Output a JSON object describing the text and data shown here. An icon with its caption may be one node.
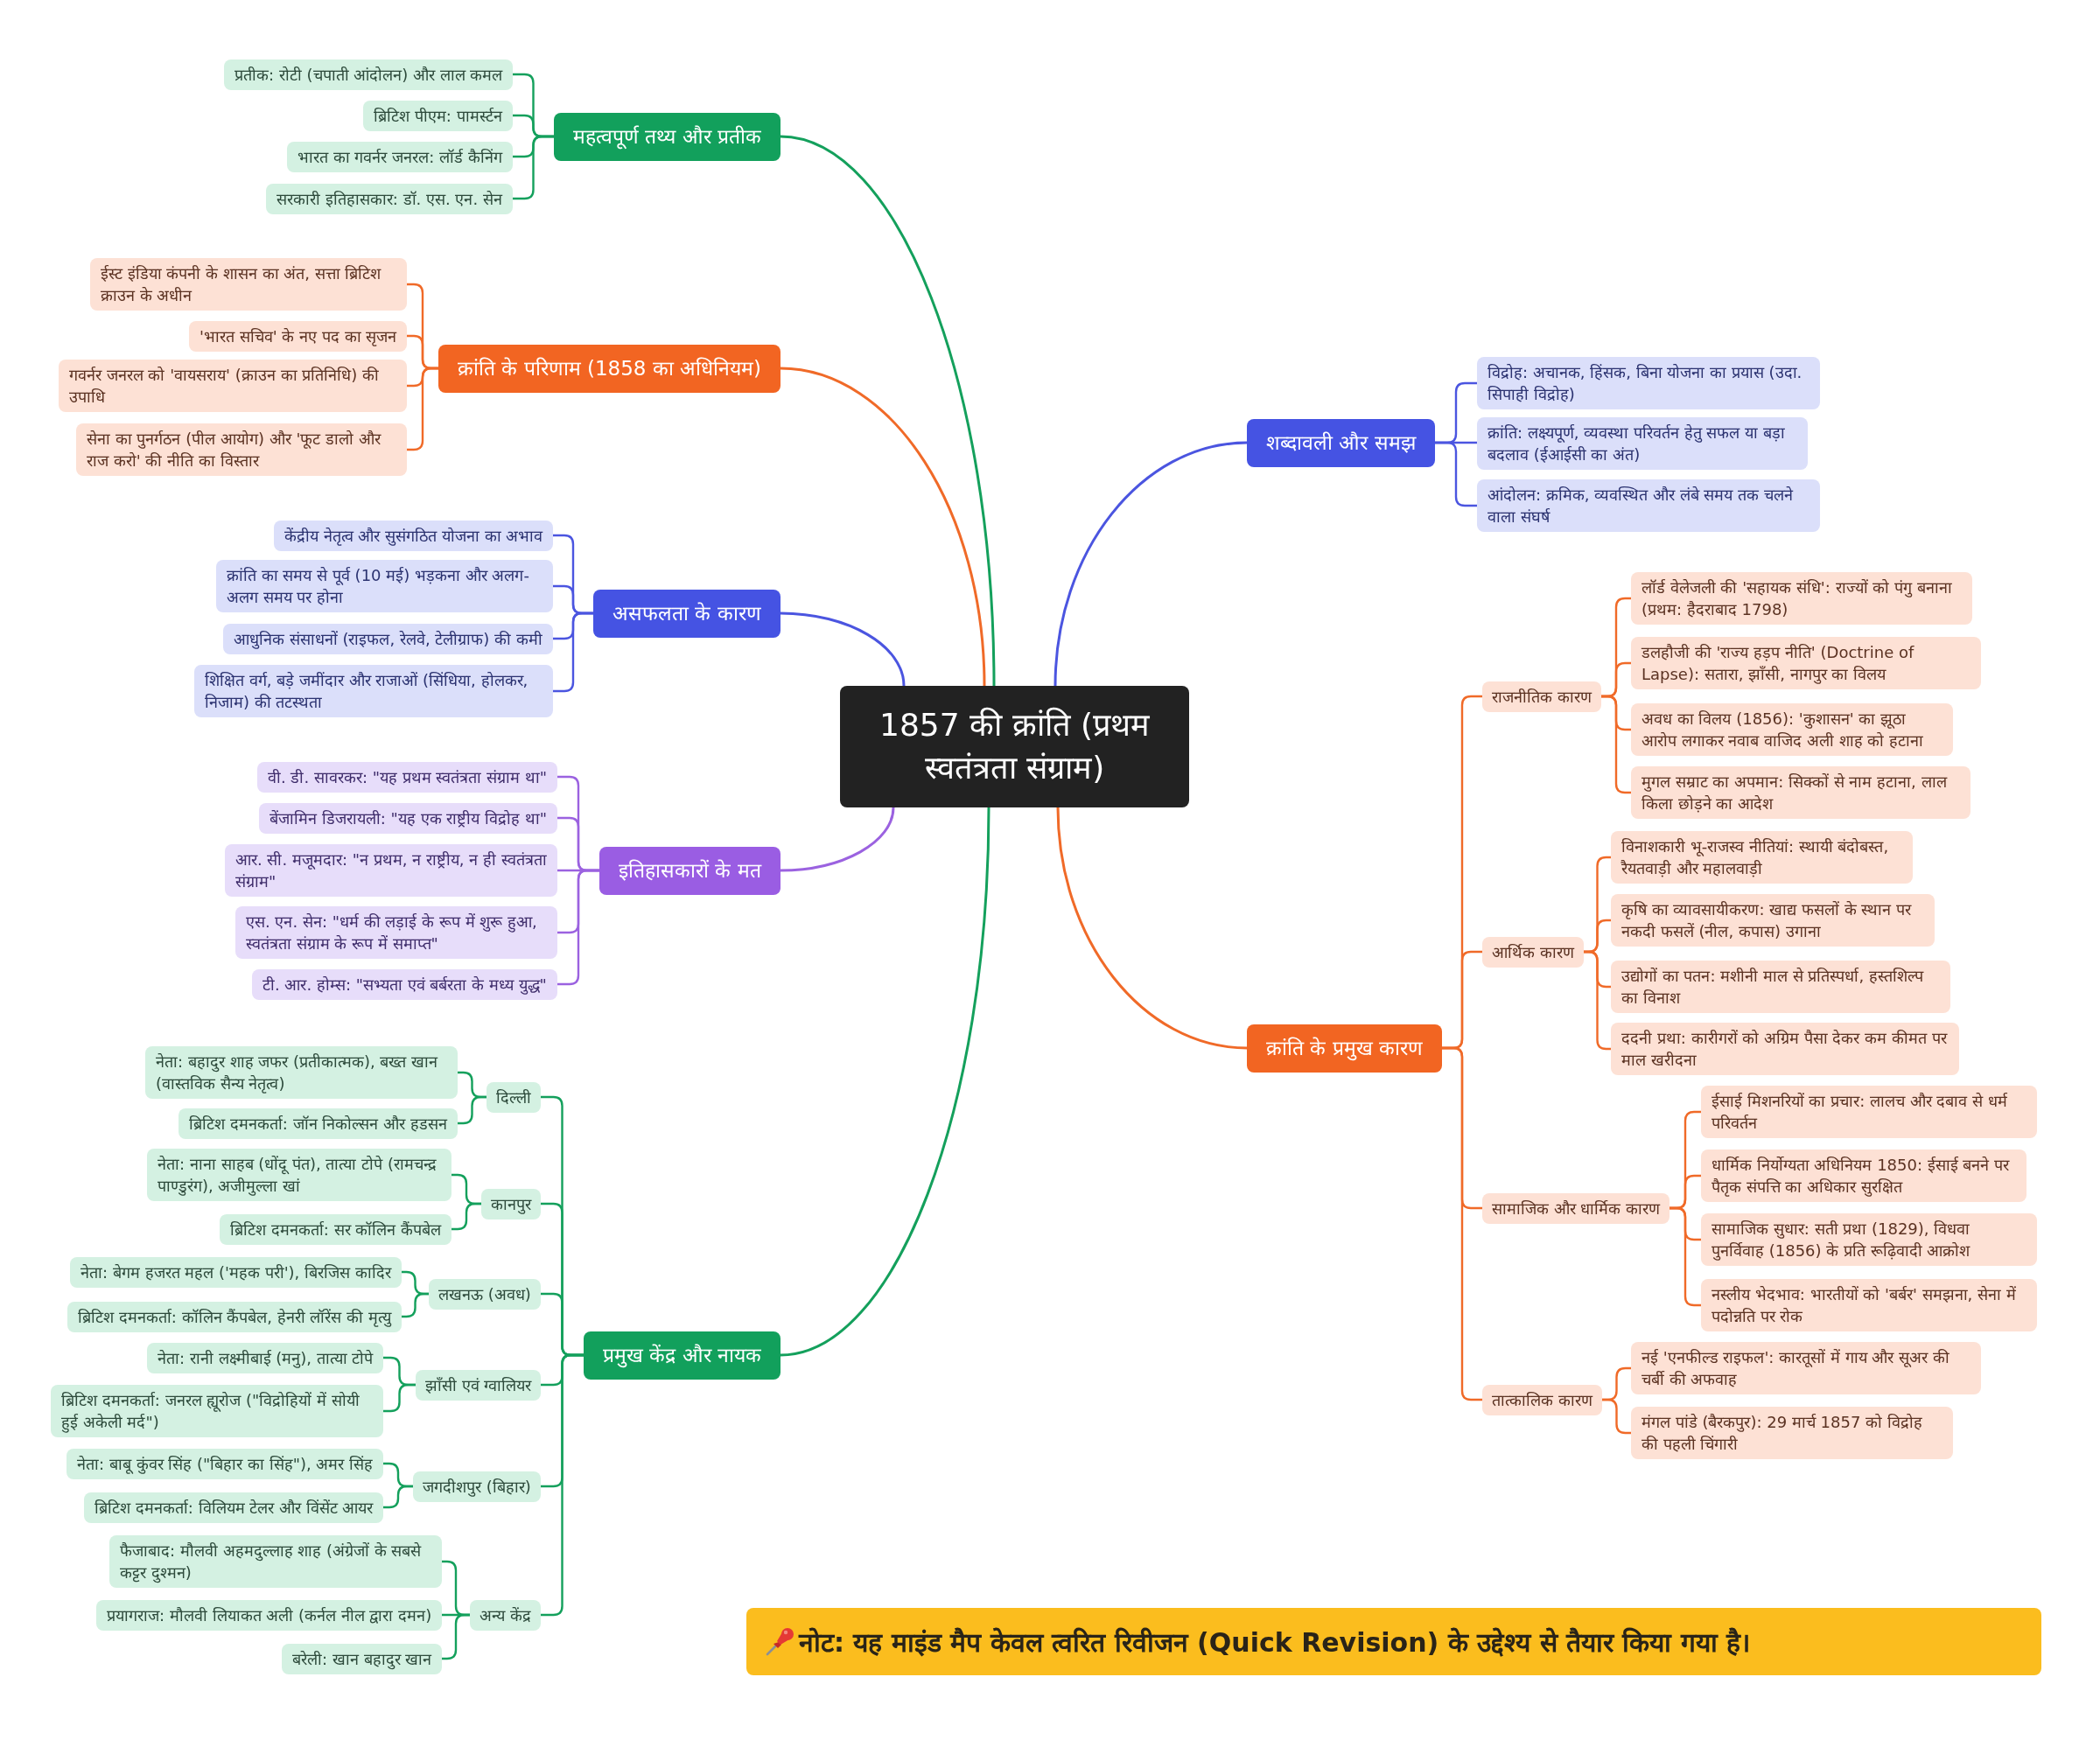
{
  "diagram": {
    "nodes": [
      {
        "text": [
          "1857 की क्रांति (प्रथम स्वतंत्रता संग्राम)"
        ]
      },
      {
        "text": [
          "महत्वपूर्ण तथ्य और प्रतीक"
        ]
      },
      {
        "text": [
          "प्रतीक: रोटी (चपाती आंदोलन) और लाल कमल"
        ]
      },
      {
        "text": [
          "ब्रिटिश पीएम: पामर्स्टन"
        ]
      },
      {
        "text": [
          "भारत का गवर्नर जनरल: लॉर्ड कैनिंग"
        ]
      },
      {
        "text": [
          "सरकारी इतिहासकार: डॉ. एस. एन. सेन"
        ]
      },
      {
        "text": [
          "क्रांति के परिणाम (1858 का अधिनियम)"
        ]
      },
      {
        "text": [
          "ईस्ट इंडिया कंपनी के शासन का अंत, सत्ता ब्रिटिश क्राउन के अधीन"
        ]
      },
      {
        "text": [
          "'भारत सचिव' के नए पद का सृजन"
        ]
      },
      {
        "text": [
          "गवर्नर जनरल को 'वायसराय' (क्राउन का प्रतिनिधि) की उपाधि"
        ]
      },
      {
        "text": [
          "सेना का पुनर्गठन (पील आयोग) और 'फूट डालो और राज करो' की नीति का विस्तार"
        ]
      },
      {
        "text": [
          "असफलता के कारण"
        ]
      },
      {
        "text": [
          "केंद्रीय नेतृत्व और सुसंगठित योजना का अभाव"
        ]
      },
      {
        "text": [
          "क्रांति का समय से पूर्व (10 मई) भड़कना और अलग-अलग समय पर होना"
        ]
      },
      {
        "text": [
          "आधुनिक संसाधनों (राइफल, रेलवे, टेलीग्राफ) की कमी"
        ]
      },
      {
        "text": [
          "शिक्षित वर्ग, बड़े जमींदार और राजाओं (सिंधिया, होलकर, निजाम) की तटस्थता"
        ]
      },
      {
        "text": [
          "इतिहासकारों के मत"
        ]
      },
      {
        "text": [
          "वी. डी. सावरकर: \"यह प्रथम स्वतंत्रता संग्राम था\""
        ]
      },
      {
        "text": [
          "बेंजामिन डिजरायली: \"यह एक राष्ट्रीय विद्रोह था\""
        ]
      },
      {
        "text": [
          "आर. सी. मजूमदार: \"न प्रथम, न राष्ट्रीय, न ही स्वतंत्रता संग्राम\""
        ]
      },
      {
        "text": [
          "एस. एन. सेन: \"धर्म की लड़ाई के रूप में शुरू हुआ, स्वतंत्रता संग्राम के रूप में समाप्त\""
        ]
      },
      {
        "text": [
          "टी. आर. होम्स: \"सभ्यता एवं बर्बरता के मध्य युद्ध\""
        ]
      },
      {
        "text": [
          "प्रमुख केंद्र और नायक"
        ]
      },
      {
        "text": [
          "दिल्ली"
        ]
      },
      {
        "text": [
          "नेता: बहादुर शाह जफर (प्रतीकात्मक), बख्त खान (वास्तविक सैन्य नेतृत्व)"
        ]
      },
      {
        "text": [
          "ब्रिटिश दमनकर्ता: जॉन निकोल्सन और हडसन"
        ]
      },
      {
        "text": [
          "कानपुर"
        ]
      },
      {
        "text": [
          "नेता: नाना साहब (धोंदू पंत), तात्या टोपे (रामचन्द्र पाण्डुरंग), अजीमुल्ला खां"
        ]
      },
      {
        "text": [
          "ब्रिटिश दमनकर्ता: सर कॉलिन कैंपबेल"
        ]
      },
      {
        "text": [
          "लखनऊ (अवध)"
        ]
      },
      {
        "text": [
          "नेता: बेगम हजरत महल ('महक परी'), बिरजिस कादिर"
        ]
      },
      {
        "text": [
          "ब्रिटिश दमनकर्ता: कॉलिन कैंपबेल, हेनरी लॉरेंस की मृत्यु"
        ]
      },
      {
        "text": [
          "झाँसी एवं ग्वालियर"
        ]
      },
      {
        "text": [
          "नेता: रानी लक्ष्मीबाई (मनु), तात्या टोपे"
        ]
      },
      {
        "text": [
          "ब्रिटिश दमनकर्ता: जनरल ह्यूरोज (\"विद्रोहियों में सोयी हुई अकेली मर्द\")"
        ]
      },
      {
        "text": [
          "जगदीशपुर (बिहार)"
        ]
      },
      {
        "text": [
          "नेता: बाबू कुंवर सिंह (\"बिहार का सिंह\"), अमर सिंह"
        ]
      },
      {
        "text": [
          "ब्रिटिश दमनकर्ता: विलियम टेलर और विंसेंट आयर"
        ]
      },
      {
        "text": [
          "अन्य केंद्र"
        ]
      },
      {
        "text": [
          "फैजाबाद: मौलवी अहमदुल्लाह शाह (अंग्रेजों के सबसे कट्टर दुश्मन)"
        ]
      },
      {
        "text": [
          "प्रयागराज: मौलवी लियाकत अली (कर्नल नील द्वारा दमन)"
        ]
      },
      {
        "text": [
          "बरेली: खान बहादुर खान"
        ]
      },
      {
        "text": [
          "शब्दावली और समझ"
        ]
      },
      {
        "text": [
          "विद्रोह: अचानक, हिंसक, बिना योजना का प्रयास (उदा. सिपाही विद्रोह)"
        ]
      },
      {
        "text": [
          "क्रांति: लक्ष्यपूर्ण, व्यवस्था परिवर्तन हेतु सफल या बड़ा बदलाव (ईआईसी का अंत)"
        ]
      },
      {
        "text": [
          "आंदोलन: क्रमिक, व्यवस्थित और लंबे समय तक चलने वाला संघर्ष"
        ]
      },
      {
        "text": [
          "क्रांति के प्रमुख कारण"
        ]
      },
      {
        "text": [
          "राजनीतिक कारण"
        ]
      },
      {
        "text": [
          "लॉर्ड वेलेजली की 'सहायक संधि': राज्यों को पंगु बनाना (प्रथम: हैदराबाद 1798)"
        ]
      },
      {
        "text": [
          "डलहौजी की 'राज्य हड़प नीति' (Doctrine of Lapse): सतारा, झाँसी, नागपुर का विलय"
        ]
      },
      {
        "text": [
          "अवध का विलय (1856): 'कुशासन' का झूठा आरोप लगाकर नवाब वाजिद अली शाह को हटाना"
        ]
      },
      {
        "text": [
          "मुगल सम्राट का अपमान: सिक्कों से नाम हटाना, लाल किला छोड़ने का आदेश"
        ]
      },
      {
        "text": [
          "आर्थिक कारण"
        ]
      },
      {
        "text": [
          "विनाशकारी भू-राजस्व नीतियां: स्थायी बंदोबस्त, रैयतवाड़ी और महालवाड़ी"
        ]
      },
      {
        "text": [
          "कृषि का व्यावसायीकरण: खाद्य फसलों के स्थान पर नकदी फसलें (नील, कपास) उगाना"
        ]
      },
      {
        "text": [
          "उद्योगों का पतन: मशीनी माल से प्रतिस्पर्धा, हस्तशिल्प का विनाश"
        ]
      },
      {
        "text": [
          "ददनी प्रथा: कारीगरों को अग्रिम पैसा देकर कम कीमत पर माल खरीदना"
        ]
      },
      {
        "text": [
          "सामाजिक और धार्मिक कारण"
        ]
      },
      {
        "text": [
          "ईसाई मिशनरियों का प्रचार: लालच और दबाव से धर्म परिवर्तन"
        ]
      },
      {
        "text": [
          "धार्मिक निर्योग्यता अधिनियम 1850: ईसाई बनने पर पैतृक संपत्ति का अधिकार सुरक्षित"
        ]
      },
      {
        "text": [
          "सामाजिक सुधार: सती प्रथा (1829), विधवा पुनर्विवाह (1856) के प्रति रूढ़िवादी आक्रोश"
        ]
      },
      {
        "text": [
          "नस्लीय भेदभाव: भारतीयों को 'बर्बर' समझना, सेना में पदोन्नति पर रोक"
        ]
      },
      {
        "text": [
          "तात्कालिक कारण"
        ]
      },
      {
        "text": [
          "नई 'एनफील्ड राइफल': कारतूसों में गाय और सूअर की चर्बी की अफवाह"
        ]
      },
      {
        "text": [
          "मंगल पांडे (बैरकपुर): 29 मार्च 1857 को विद्रोह की पहली चिंगारी"
        ]
      },
      {
        "text": [
          "नोट: यह माइंड मैप केवल त्वरित रिवीजन (Quick Revision) के उद्देश्य से तैयार किया गया है।"
        ]
      }
    ],
    "edges": [
      {
        "from": 0,
        "to": 1,
        "arrow": "none",
        "color": "#14a05c"
      },
      {
        "from": 1,
        "to": 2,
        "arrow": "none",
        "color": "#14a05c"
      },
      {
        "from": 1,
        "to": 3,
        "arrow": "none",
        "color": "#14a05c"
      },
      {
        "from": 1,
        "to": 4,
        "arrow": "none",
        "color": "#14a05c"
      },
      {
        "from": 1,
        "to": 5,
        "arrow": "none",
        "color": "#14a05c"
      },
      {
        "from": 0,
        "to": 6,
        "arrow": "none",
        "color": "#f06a28"
      },
      {
        "from": 6,
        "to": 7,
        "arrow": "none",
        "color": "#f06a28"
      },
      {
        "from": 6,
        "to": 8,
        "arrow": "none",
        "color": "#f06a28"
      },
      {
        "from": 6,
        "to": 9,
        "arrow": "none",
        "color": "#f06a28"
      },
      {
        "from": 6,
        "to": 10,
        "arrow": "none",
        "color": "#f06a28"
      },
      {
        "from": 0,
        "to": 11,
        "arrow": "none",
        "color": "#4b55e0"
      },
      {
        "from": 11,
        "to": 12,
        "arrow": "none",
        "color": "#4b55e0"
      },
      {
        "from": 11,
        "to": 13,
        "arrow": "none",
        "color": "#4b55e0"
      },
      {
        "from": 11,
        "to": 14,
        "arrow": "none",
        "color": "#4b55e0"
      },
      {
        "from": 11,
        "to": 15,
        "arrow": "none",
        "color": "#4b55e0"
      },
      {
        "from": 0,
        "to": 16,
        "arrow": "none",
        "color": "#9b62e0"
      },
      {
        "from": 16,
        "to": 17,
        "arrow": "none",
        "color": "#9b62e0"
      },
      {
        "from": 16,
        "to": 18,
        "arrow": "none",
        "color": "#9b62e0"
      },
      {
        "from": 16,
        "to": 19,
        "arrow": "none",
        "color": "#9b62e0"
      },
      {
        "from": 16,
        "to": 20,
        "arrow": "none",
        "color": "#9b62e0"
      },
      {
        "from": 16,
        "to": 21,
        "arrow": "none",
        "color": "#9b62e0"
      },
      {
        "from": 0,
        "to": 22,
        "arrow": "none",
        "color": "#14a05c"
      },
      {
        "from": 22,
        "to": 23,
        "arrow": "none",
        "color": "#14a05c"
      },
      {
        "from": 23,
        "to": 24,
        "arrow": "none",
        "color": "#14a05c"
      },
      {
        "from": 23,
        "to": 25,
        "arrow": "none",
        "color": "#14a05c"
      },
      {
        "from": 22,
        "to": 26,
        "arrow": "none",
        "color": "#14a05c"
      },
      {
        "from": 26,
        "to": 27,
        "arrow": "none",
        "color": "#14a05c"
      },
      {
        "from": 26,
        "to": 28,
        "arrow": "none",
        "color": "#14a05c"
      },
      {
        "from": 22,
        "to": 29,
        "arrow": "none",
        "color": "#14a05c"
      },
      {
        "from": 29,
        "to": 30,
        "arrow": "none",
        "color": "#14a05c"
      },
      {
        "from": 29,
        "to": 31,
        "arrow": "none",
        "color": "#14a05c"
      },
      {
        "from": 22,
        "to": 32,
        "arrow": "none",
        "color": "#14a05c"
      },
      {
        "from": 32,
        "to": 33,
        "arrow": "none",
        "color": "#14a05c"
      },
      {
        "from": 32,
        "to": 34,
        "arrow": "none",
        "color": "#14a05c"
      },
      {
        "from": 22,
        "to": 35,
        "arrow": "none",
        "color": "#14a05c"
      },
      {
        "from": 35,
        "to": 36,
        "arrow": "none",
        "color": "#14a05c"
      },
      {
        "from": 35,
        "to": 37,
        "arrow": "none",
        "color": "#14a05c"
      },
      {
        "from": 22,
        "to": 38,
        "arrow": "none",
        "color": "#14a05c"
      },
      {
        "from": 38,
        "to": 39,
        "arrow": "none",
        "color": "#14a05c"
      },
      {
        "from": 38,
        "to": 40,
        "arrow": "none",
        "color": "#14a05c"
      },
      {
        "from": 38,
        "to": 41,
        "arrow": "none",
        "color": "#14a05c"
      },
      {
        "from": 0,
        "to": 42,
        "arrow": "none",
        "color": "#4b55e0"
      },
      {
        "from": 42,
        "to": 43,
        "arrow": "none",
        "color": "#4b55e0"
      },
      {
        "from": 42,
        "to": 44,
        "arrow": "none",
        "color": "#4b55e0"
      },
      {
        "from": 42,
        "to": 45,
        "arrow": "none",
        "color": "#4b55e0"
      },
      {
        "from": 0,
        "to": 46,
        "arrow": "none",
        "color": "#f06a28"
      },
      {
        "from": 46,
        "to": 47,
        "arrow": "none",
        "color": "#f06a28"
      },
      {
        "from": 47,
        "to": 48,
        "arrow": "none",
        "color": "#f06a28"
      },
      {
        "from": 47,
        "to": 49,
        "arrow": "none",
        "color": "#f06a28"
      },
      {
        "from": 47,
        "to": 50,
        "arrow": "none",
        "color": "#f06a28"
      },
      {
        "from": 47,
        "to": 51,
        "arrow": "none",
        "color": "#f06a28"
      },
      {
        "from": 46,
        "to": 52,
        "arrow": "none",
        "color": "#f06a28"
      },
      {
        "from": 52,
        "to": 53,
        "arrow": "none",
        "color": "#f06a28"
      },
      {
        "from": 52,
        "to": 54,
        "arrow": "none",
        "color": "#f06a28"
      },
      {
        "from": 52,
        "to": 55,
        "arrow": "none",
        "color": "#f06a28"
      },
      {
        "from": 52,
        "to": 56,
        "arrow": "none",
        "color": "#f06a28"
      },
      {
        "from": 46,
        "to": 57,
        "arrow": "none",
        "color": "#f06a28"
      },
      {
        "from": 57,
        "to": 58,
        "arrow": "none",
        "color": "#f06a28"
      },
      {
        "from": 57,
        "to": 59,
        "arrow": "none",
        "color": "#f06a28"
      },
      {
        "from": 57,
        "to": 60,
        "arrow": "none",
        "color": "#f06a28"
      },
      {
        "from": 57,
        "to": 61,
        "arrow": "none",
        "color": "#f06a28"
      },
      {
        "from": 46,
        "to": 62,
        "arrow": "none",
        "color": "#f06a28"
      },
      {
        "from": 62,
        "to": 63,
        "arrow": "none",
        "color": "#f06a28"
      },
      {
        "from": 62,
        "to": 64,
        "arrow": "none",
        "color": "#f06a28"
      }
    ]
  }
}
